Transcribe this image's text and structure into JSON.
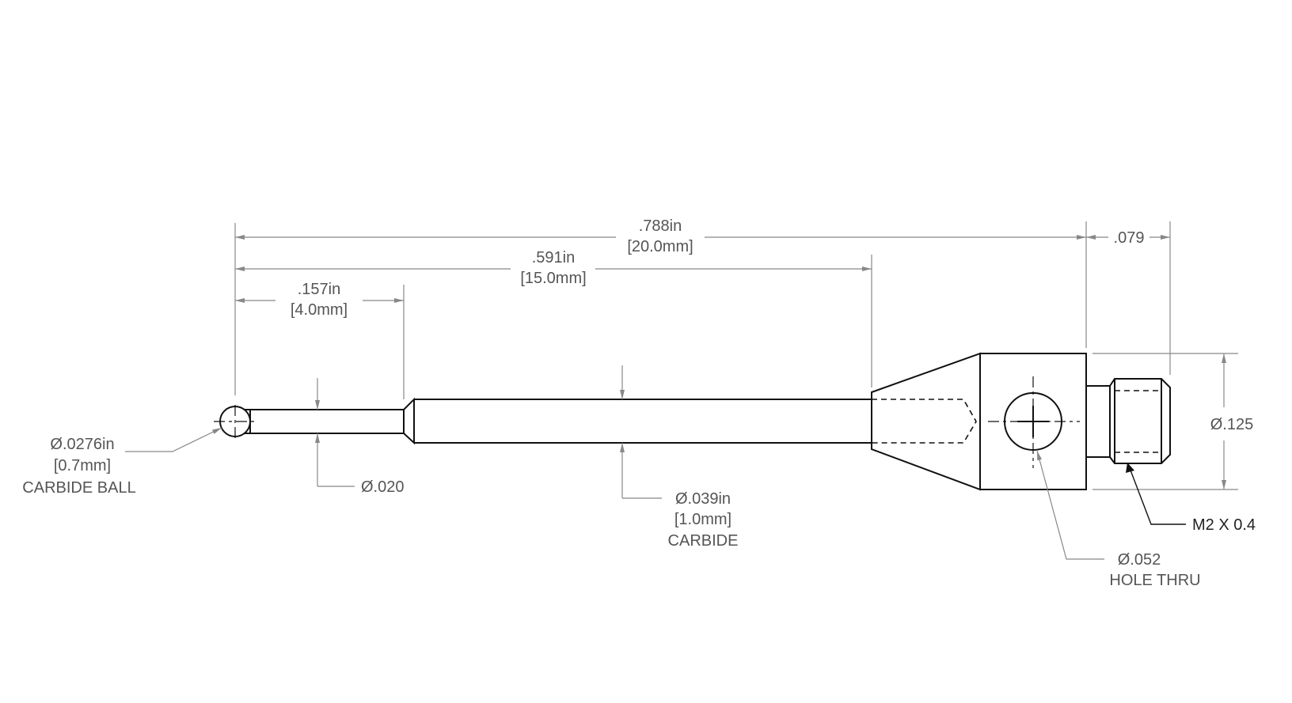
{
  "dimensions": {
    "overall_length_in": ".788in",
    "overall_length_mm": "[20.0mm]",
    "cone_length_in": ".591in",
    "cone_length_mm": "[15.0mm]",
    "stem_length_in": ".157in",
    "stem_length_mm": "[4.0mm]",
    "thread_length": ".079",
    "body_diameter": "Ø.125",
    "stem_diameter": "Ø.020"
  },
  "callouts": {
    "ball_diameter_in": "Ø.0276in",
    "ball_diameter_mm": "[0.7mm]",
    "ball_material": "CARBIDE BALL",
    "shaft_diameter_in": "Ø.039in",
    "shaft_diameter_mm": "[1.0mm]",
    "shaft_material": "CARBIDE",
    "thread_spec": "M2 X 0.4",
    "hole_diameter": "Ø.052",
    "hole_note": "HOLE THRU"
  },
  "colors": {
    "part_lines": "#111111",
    "dimension_lines": "#888888",
    "text": "#555555",
    "background": "#ffffff"
  }
}
